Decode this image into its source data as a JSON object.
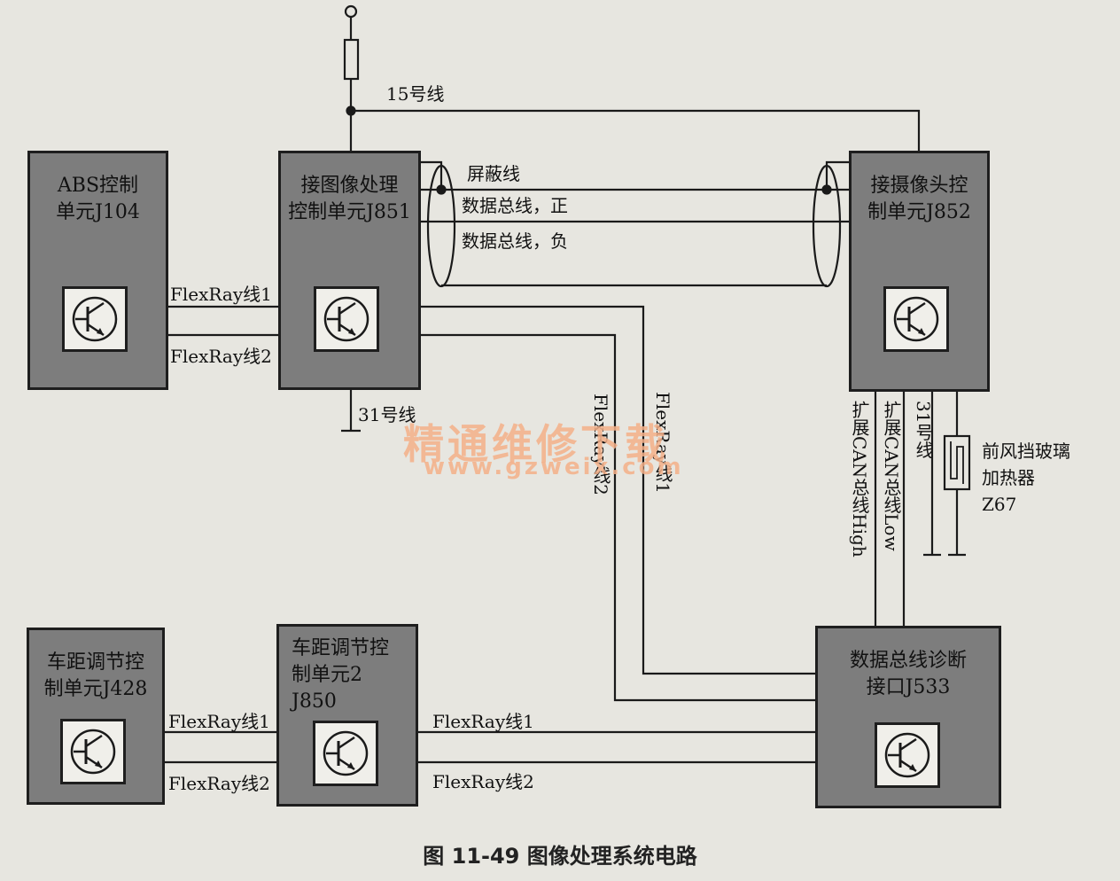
{
  "units": {
    "abs": {
      "title": "ABS控制\n单元J104"
    },
    "j851": {
      "title": "接图像处理\n控制单元J851"
    },
    "j852": {
      "title": "接摄像头控\n制单元J852"
    },
    "j428": {
      "title": "车距调节控\n制单元J428"
    },
    "j850": {
      "title": "车距调节控\n制单元2\nJ850"
    },
    "j533": {
      "title": "数据总线诊断\n接口J533"
    }
  },
  "labels": {
    "line15": "15号线",
    "line31_left": "31号线",
    "shield": "屏蔽线",
    "data_pos": "数据总线，正",
    "data_neg": "数据总线，负",
    "flexray1_a": "FlexRay线1",
    "flexray2_a": "FlexRay线2",
    "flexray1_b": "FlexRay线1",
    "flexray2_b": "FlexRay线2",
    "flexray1_c": "FlexRay线1",
    "flexray2_c": "FlexRay线2",
    "flexray2_vert": "FlexRay线2",
    "flexray1_vert": "FlexRay线1",
    "can_high": "扩展CAN总线High",
    "can_low": "扩展CAN总线Low",
    "line31_right": "31号线",
    "heater": "前风挡玻璃\n加热器\nZ67"
  },
  "watermark": {
    "text": "精通维修下载",
    "url": "www.gzweix.com"
  },
  "caption": "图 11-49   图像处理系统电路"
}
